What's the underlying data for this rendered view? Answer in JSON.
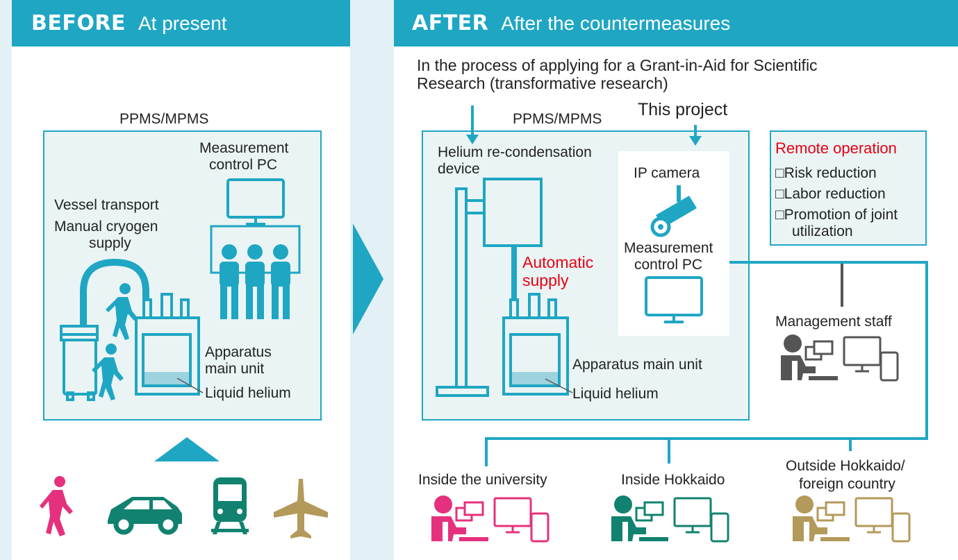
{
  "before": {
    "label": "BEFORE",
    "subtitle": "At present",
    "system_title": "PPMS/MPMS",
    "pc_label": [
      "Measurement",
      "control PC"
    ],
    "transport_label": [
      "Vessel transport",
      "Manual cryogen",
      "supply"
    ],
    "apparatus_label": [
      "Apparatus",
      "main unit"
    ],
    "helium_label": "Liquid helium",
    "travel_icons": [
      "walking-person-icon",
      "car-icon",
      "train-icon",
      "airplane-icon"
    ]
  },
  "after": {
    "label": "AFTER",
    "subtitle": "After the countermeasures",
    "grant_text": [
      "In the process of applying for a Grant-in-Aid for Scientific",
      "Research (transformative research)"
    ],
    "system_title": "PPMS/MPMS",
    "project_label": "This project",
    "recondensation_label": [
      "Helium re-condensation",
      "device"
    ],
    "ip_camera_label": "IP camera",
    "pc_label": [
      "Measurement",
      "control PC"
    ],
    "automatic_supply_label": [
      "Automatic",
      "supply"
    ],
    "apparatus_label": "Apparatus main unit",
    "helium_label": "Liquid helium",
    "remote": {
      "title": "Remote operation",
      "items": [
        "□Risk reduction",
        "□Labor reduction",
        "□Promotion of joint",
        "utilization"
      ]
    },
    "management_label": "Management staff",
    "locations": [
      {
        "label": [
          "Inside the university"
        ],
        "color": "#e5317d"
      },
      {
        "label": [
          "Inside Hokkaido"
        ],
        "color": "#11826f"
      },
      {
        "label": [
          "Outside Hokkaido/",
          "foreign country"
        ],
        "color": "#b39a5a"
      }
    ]
  },
  "colors": {
    "teal": "#1fa6c3",
    "red": "#e60012",
    "gray": "#555555"
  }
}
